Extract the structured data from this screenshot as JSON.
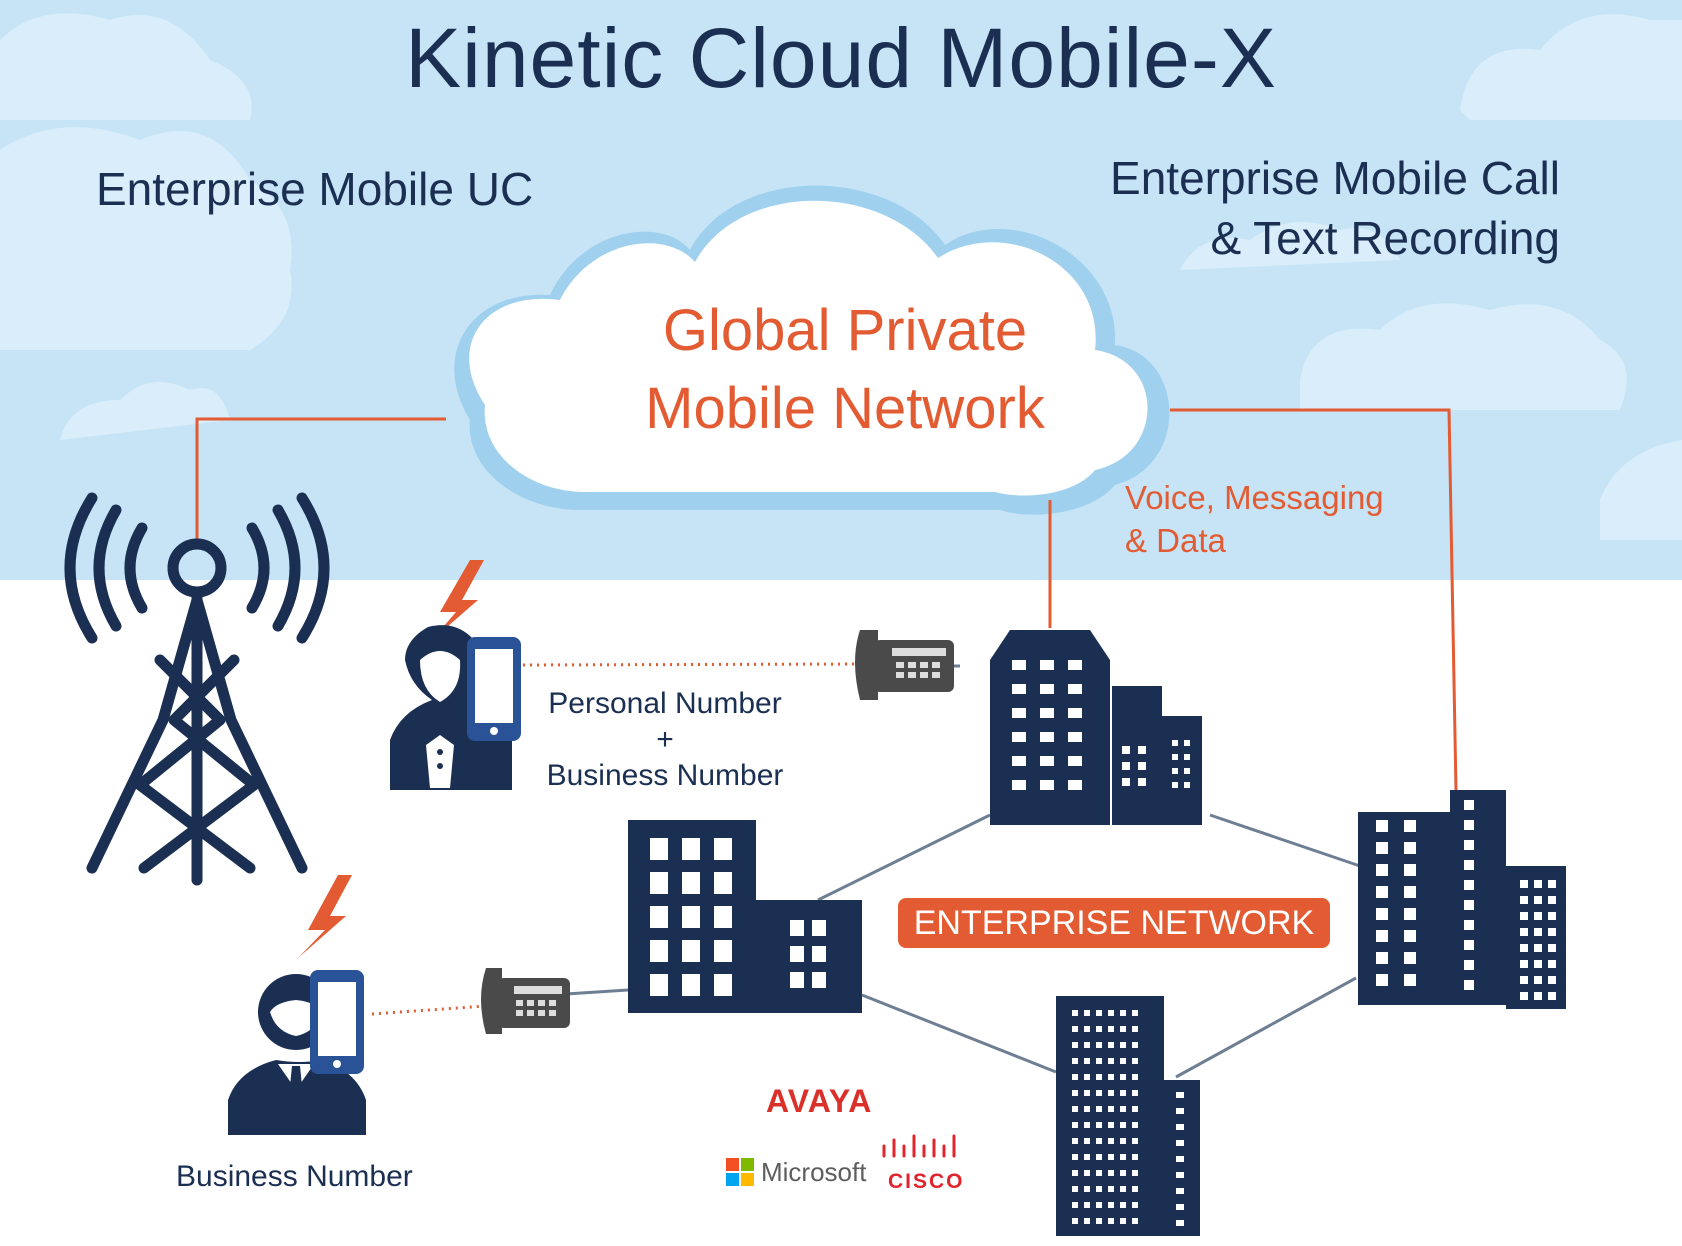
{
  "title": "Kinetic Cloud Mobile-X",
  "features": {
    "left": "Enterprise Mobile UC",
    "right_line1": "Enterprise Mobile Call",
    "right_line2": "& Text Recording"
  },
  "cloud": {
    "line1": "Global Private",
    "line2": "Mobile Network"
  },
  "link_label": {
    "line1": "Voice, Messaging",
    "line2": "& Data"
  },
  "user_dual": {
    "line1": "Personal Number",
    "line2": "+",
    "line3": "Business Number"
  },
  "user_business": "Business Number",
  "enterprise_network": "ENTERPRISE NETWORK",
  "vendors": {
    "avaya": "AVAYA",
    "microsoft": "Microsoft",
    "cisco": "CISCO"
  },
  "colors": {
    "navy": "#1b2f52",
    "orange": "#e35b32",
    "sky": "#c6e4f6",
    "cloud_shadow": "#9fd0ee",
    "link_gray": "#6f7f93"
  }
}
